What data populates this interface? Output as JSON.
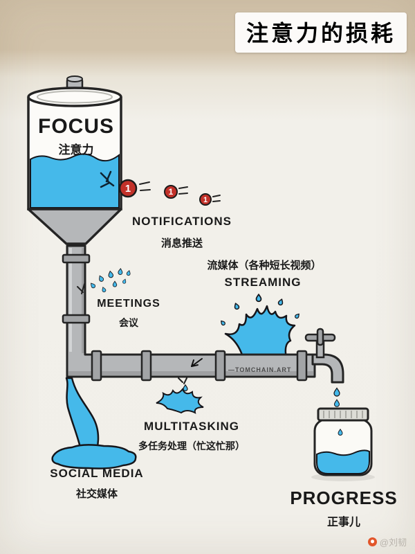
{
  "title": "注意力的损耗",
  "tank": {
    "en": "FOCUS",
    "zh": "注意力"
  },
  "leaks": {
    "notifications": {
      "en": "NOTIFICATIONS",
      "zh": "消息推送",
      "badge": "1"
    },
    "meetings": {
      "en": "MEETINGS",
      "zh": "会议"
    },
    "streaming": {
      "en": "STREAMING",
      "zh": "流媒体（各种短长视频）"
    },
    "multitasking": {
      "en": "MULTITASKING",
      "zh": "多任务处理（忙这忙那）"
    },
    "social_media": {
      "en": "SOCIAL MEDIA",
      "zh": "社交媒体"
    }
  },
  "output": {
    "en": "PROGRESS",
    "zh": "正事儿"
  },
  "watermark": "—TOMCHAIN.ART",
  "credit": "@刘韧",
  "colors": {
    "water": "#45b9ea",
    "pipe": "#b5b7b9",
    "badge_red": "#c23129",
    "ink": "#242424",
    "paper_top": "#d3c4ac",
    "paper": "#f1efe9"
  }
}
